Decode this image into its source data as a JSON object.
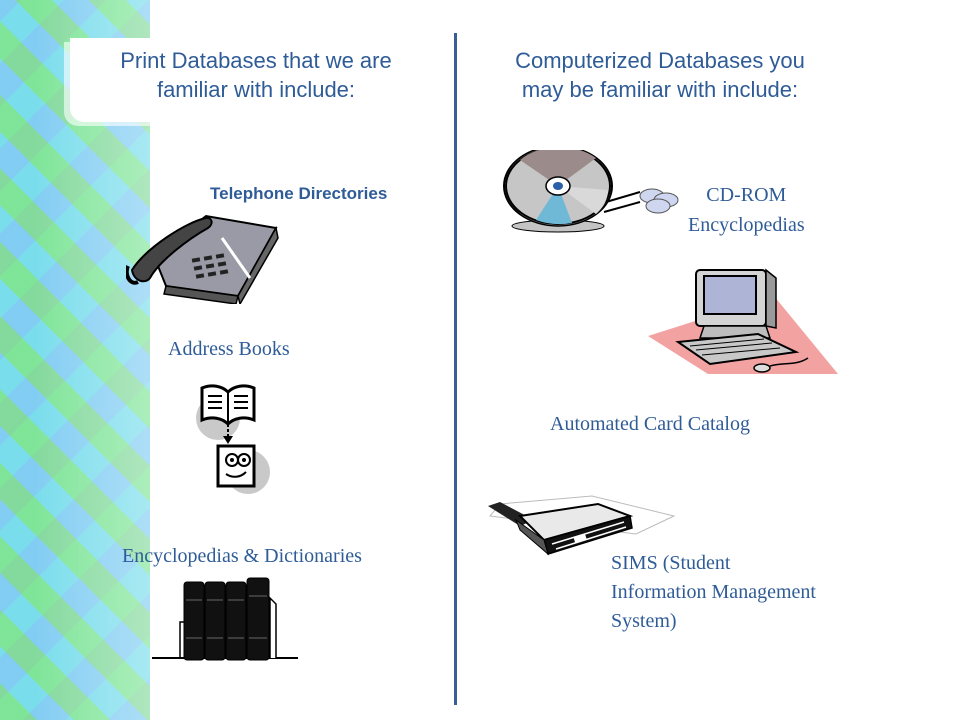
{
  "left": {
    "heading": "Print Databases that we are\nfamiliar with include:",
    "items": [
      {
        "label": "Telephone Directories",
        "icon": "telephone-icon"
      },
      {
        "label": "Address Books",
        "icon": "book-lookup-icon"
      },
      {
        "label": "Encyclopedias & Dictionaries",
        "icon": "bookshelf-icon"
      }
    ]
  },
  "right": {
    "heading": "Computerized Databases you\nmay be familiar with include:",
    "items": [
      {
        "label": "CD-ROM\nEncyclopedias",
        "icon": "cd-rom-icon"
      },
      {
        "label": "Automated Card Catalog",
        "icon": "computer-icon"
      },
      {
        "label": "SIMS (Student\nInformation Management\nSystem)",
        "icon": "printer-scanner-icon"
      }
    ]
  },
  "colors": {
    "text": "#2f5c97",
    "divider": "#3a5f93",
    "accent_strip": "#7fe0ee"
  }
}
